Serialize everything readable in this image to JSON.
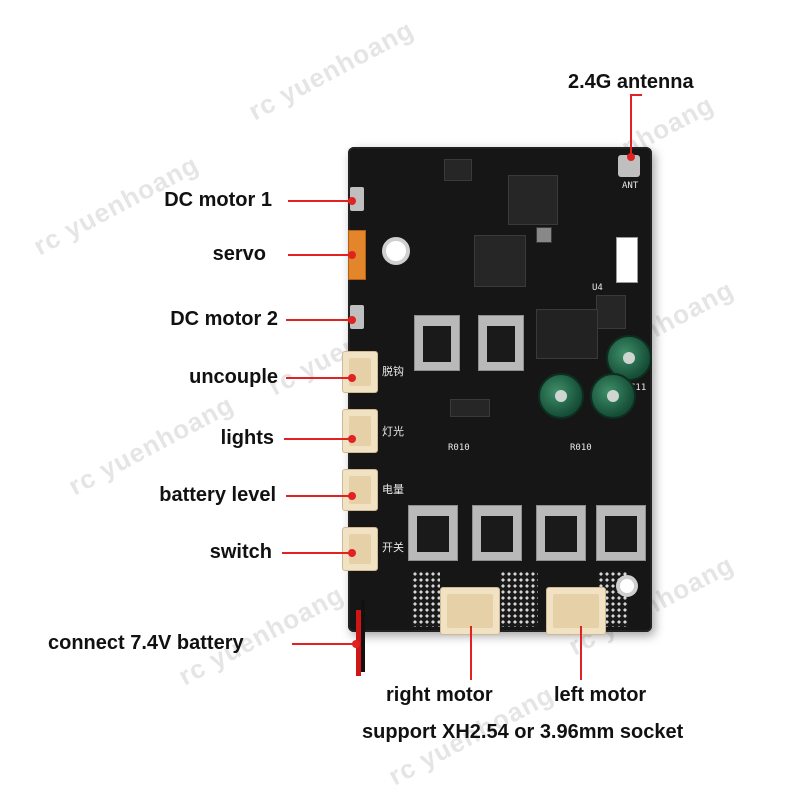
{
  "labels": {
    "antenna": "2.4G antenna",
    "dc_motor_1": "DC motor 1",
    "servo": "servo",
    "dc_motor_2": "DC motor 2",
    "uncouple": "uncouple",
    "lights": "lights",
    "battery_level": "battery level",
    "switch": "switch",
    "battery": "connect 7.4V battery",
    "right_motor": "right motor",
    "left_motor": "left motor",
    "socket_note": "support XH2.54 or 3.96mm socket"
  },
  "watermark": "rc yuenhoang",
  "silkscreen": {
    "ant": "ANT",
    "u4": "U4",
    "c11": "C11",
    "r010a": "R010",
    "r010b": "R010",
    "kaiguan": "开关",
    "dianliang": "电量",
    "dengguang": "灯光",
    "tuogou": "脱钩"
  },
  "colors": {
    "annotation_line": "#e02222",
    "board": "#161616",
    "connector": "#f2e2c4",
    "capacitor": "#2f7a56"
  }
}
